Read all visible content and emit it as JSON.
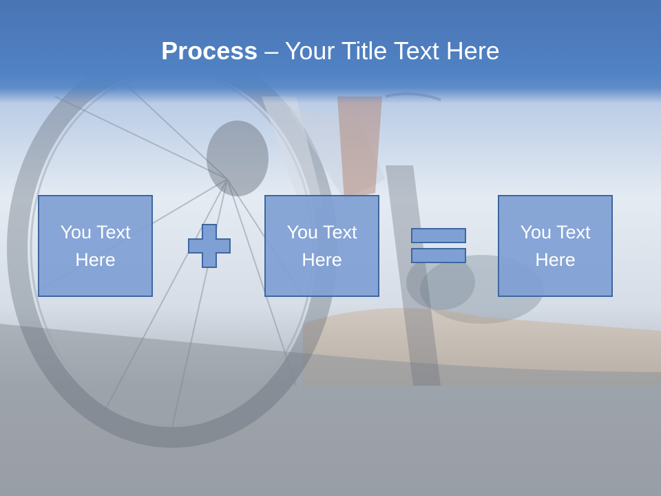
{
  "slide": {
    "title_bold": "Process",
    "title_rest": " – Your Title Text Here",
    "boxes": [
      {
        "line1": "You Text",
        "line2": "Here"
      },
      {
        "line1": "You Text",
        "line2": "Here"
      },
      {
        "line1": "You Text",
        "line2": "Here"
      }
    ],
    "operators": [
      "plus-icon",
      "equals-icon"
    ]
  },
  "colors": {
    "title_band": "#4f80c2",
    "box_fill": "#7fa0d4",
    "box_border": "#3d66a0",
    "text": "#ffffff"
  }
}
